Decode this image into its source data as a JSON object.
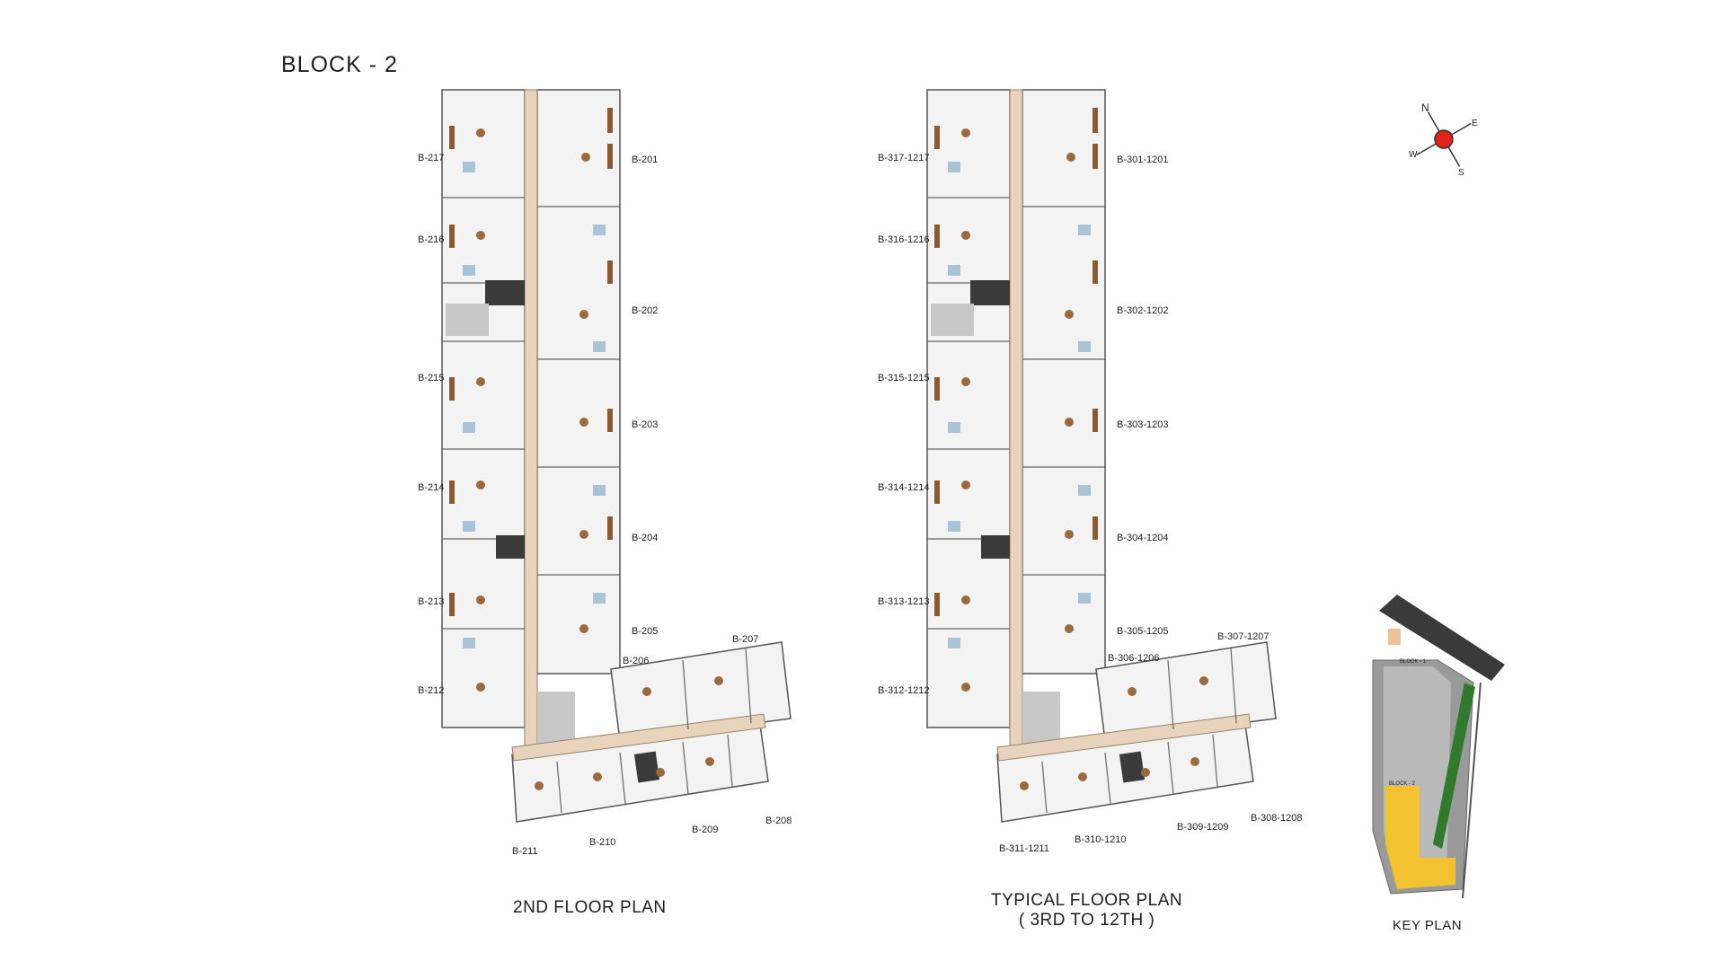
{
  "page": {
    "block_title": "BLOCK - 2",
    "key_plan_caption": "KEY PLAN",
    "key_plan_labels": [
      "BLOCK - 1",
      "BLOCK - 2"
    ]
  },
  "compass": {
    "n": "N",
    "e": "E",
    "s": "S",
    "w": "W",
    "accent": "#e2231a"
  },
  "colors": {
    "corridor": "#e8d3bd",
    "wood": "#8a5a32",
    "lift": "#3a3a3a",
    "open": "#c8c8c8",
    "key_block2": "#f2c230",
    "key_green": "#2f7a2c"
  },
  "plan_second": {
    "caption": "2ND FLOOR PLAN",
    "units_left": [
      "B-217",
      "B-216",
      "B-215",
      "B-214",
      "B-213",
      "B-212"
    ],
    "units_right": [
      "B-201",
      "B-202",
      "B-203",
      "B-204",
      "B-205"
    ],
    "units_bottom": [
      "B-206",
      "B-207",
      "B-208",
      "B-209",
      "B-210",
      "B-211"
    ]
  },
  "plan_typical": {
    "caption_line1": "TYPICAL FLOOR PLAN",
    "caption_line2": "( 3RD TO 12TH )",
    "units_left": [
      "B-317-1217",
      "B-316-1216",
      "B-315-1215",
      "B-314-1214",
      "B-313-1213",
      "B-312-1212"
    ],
    "units_right": [
      "B-301-1201",
      "B-302-1202",
      "B-303-1203",
      "B-304-1204",
      "B-305-1205"
    ],
    "units_bottom": [
      "B-306-1206",
      "B-307-1207",
      "B-308-1208",
      "B-309-1209",
      "B-310-1210",
      "B-311-1211"
    ]
  }
}
